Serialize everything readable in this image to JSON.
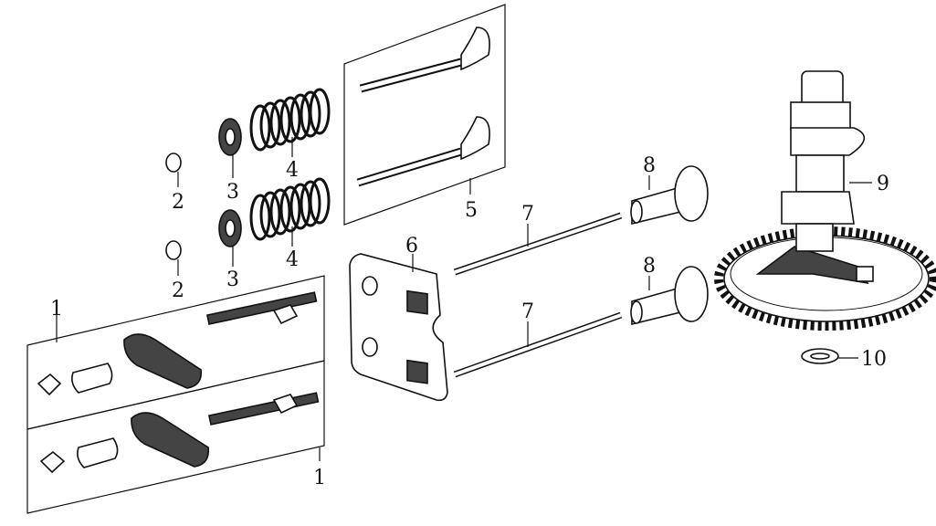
{
  "diagram": {
    "type": "exploded-parts-view",
    "callouts": [
      {
        "id": "1a",
        "label": "1"
      },
      {
        "id": "1b",
        "label": "1"
      },
      {
        "id": "2a",
        "label": "2"
      },
      {
        "id": "2b",
        "label": "2"
      },
      {
        "id": "3a",
        "label": "3"
      },
      {
        "id": "3b",
        "label": "3"
      },
      {
        "id": "4a",
        "label": "4"
      },
      {
        "id": "4b",
        "label": "4"
      },
      {
        "id": "5",
        "label": "5"
      },
      {
        "id": "6",
        "label": "6"
      },
      {
        "id": "7a",
        "label": "7"
      },
      {
        "id": "7b",
        "label": "7"
      },
      {
        "id": "8a",
        "label": "8"
      },
      {
        "id": "8b",
        "label": "8"
      },
      {
        "id": "9",
        "label": "9"
      },
      {
        "id": "10",
        "label": "10"
      }
    ]
  }
}
